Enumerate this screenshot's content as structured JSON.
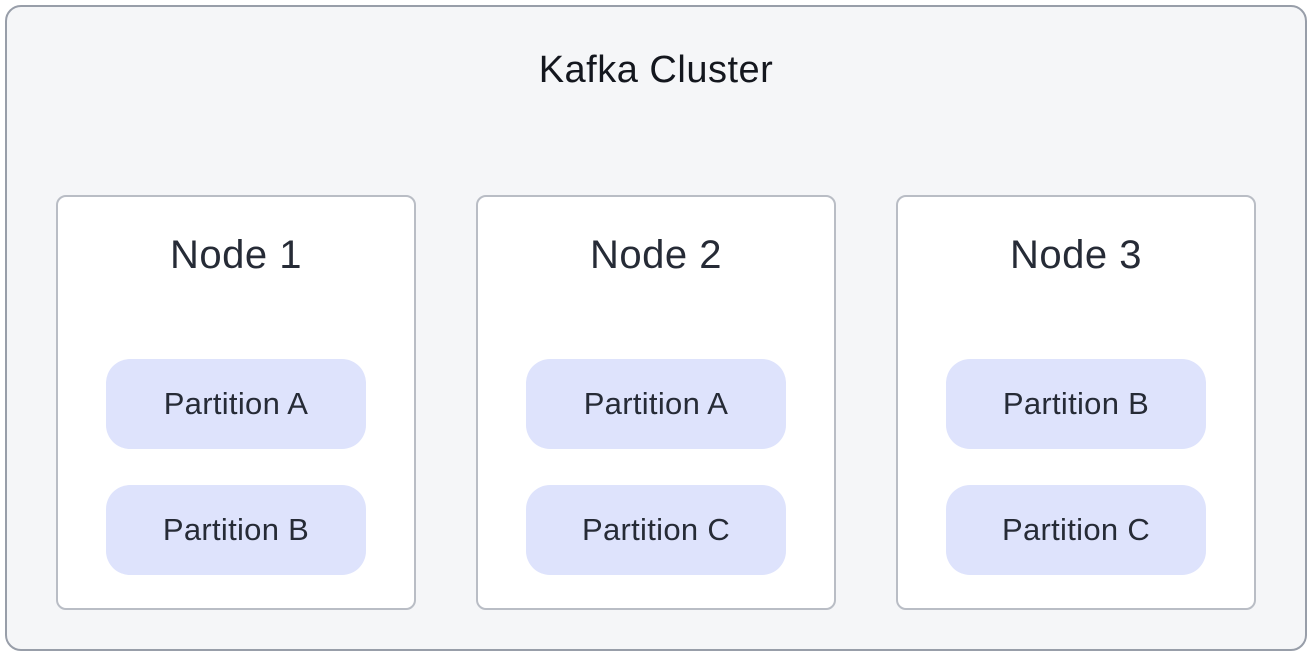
{
  "diagram": {
    "title": "Kafka Cluster",
    "nodes": [
      {
        "title": "Node 1",
        "partitions": [
          "Partition A",
          "Partition B"
        ]
      },
      {
        "title": "Node 2",
        "partitions": [
          "Partition A",
          "Partition C"
        ]
      },
      {
        "title": "Node 3",
        "partitions": [
          "Partition B",
          "Partition C"
        ]
      }
    ],
    "colors": {
      "outer_bg": "#f5f6f8",
      "outer_border": "#989ea9",
      "card_bg": "#ffffff",
      "card_border": "#b9bdc5",
      "pill_bg": "#dee3fc",
      "text": "#262b36",
      "title_text": "#14171e"
    }
  }
}
